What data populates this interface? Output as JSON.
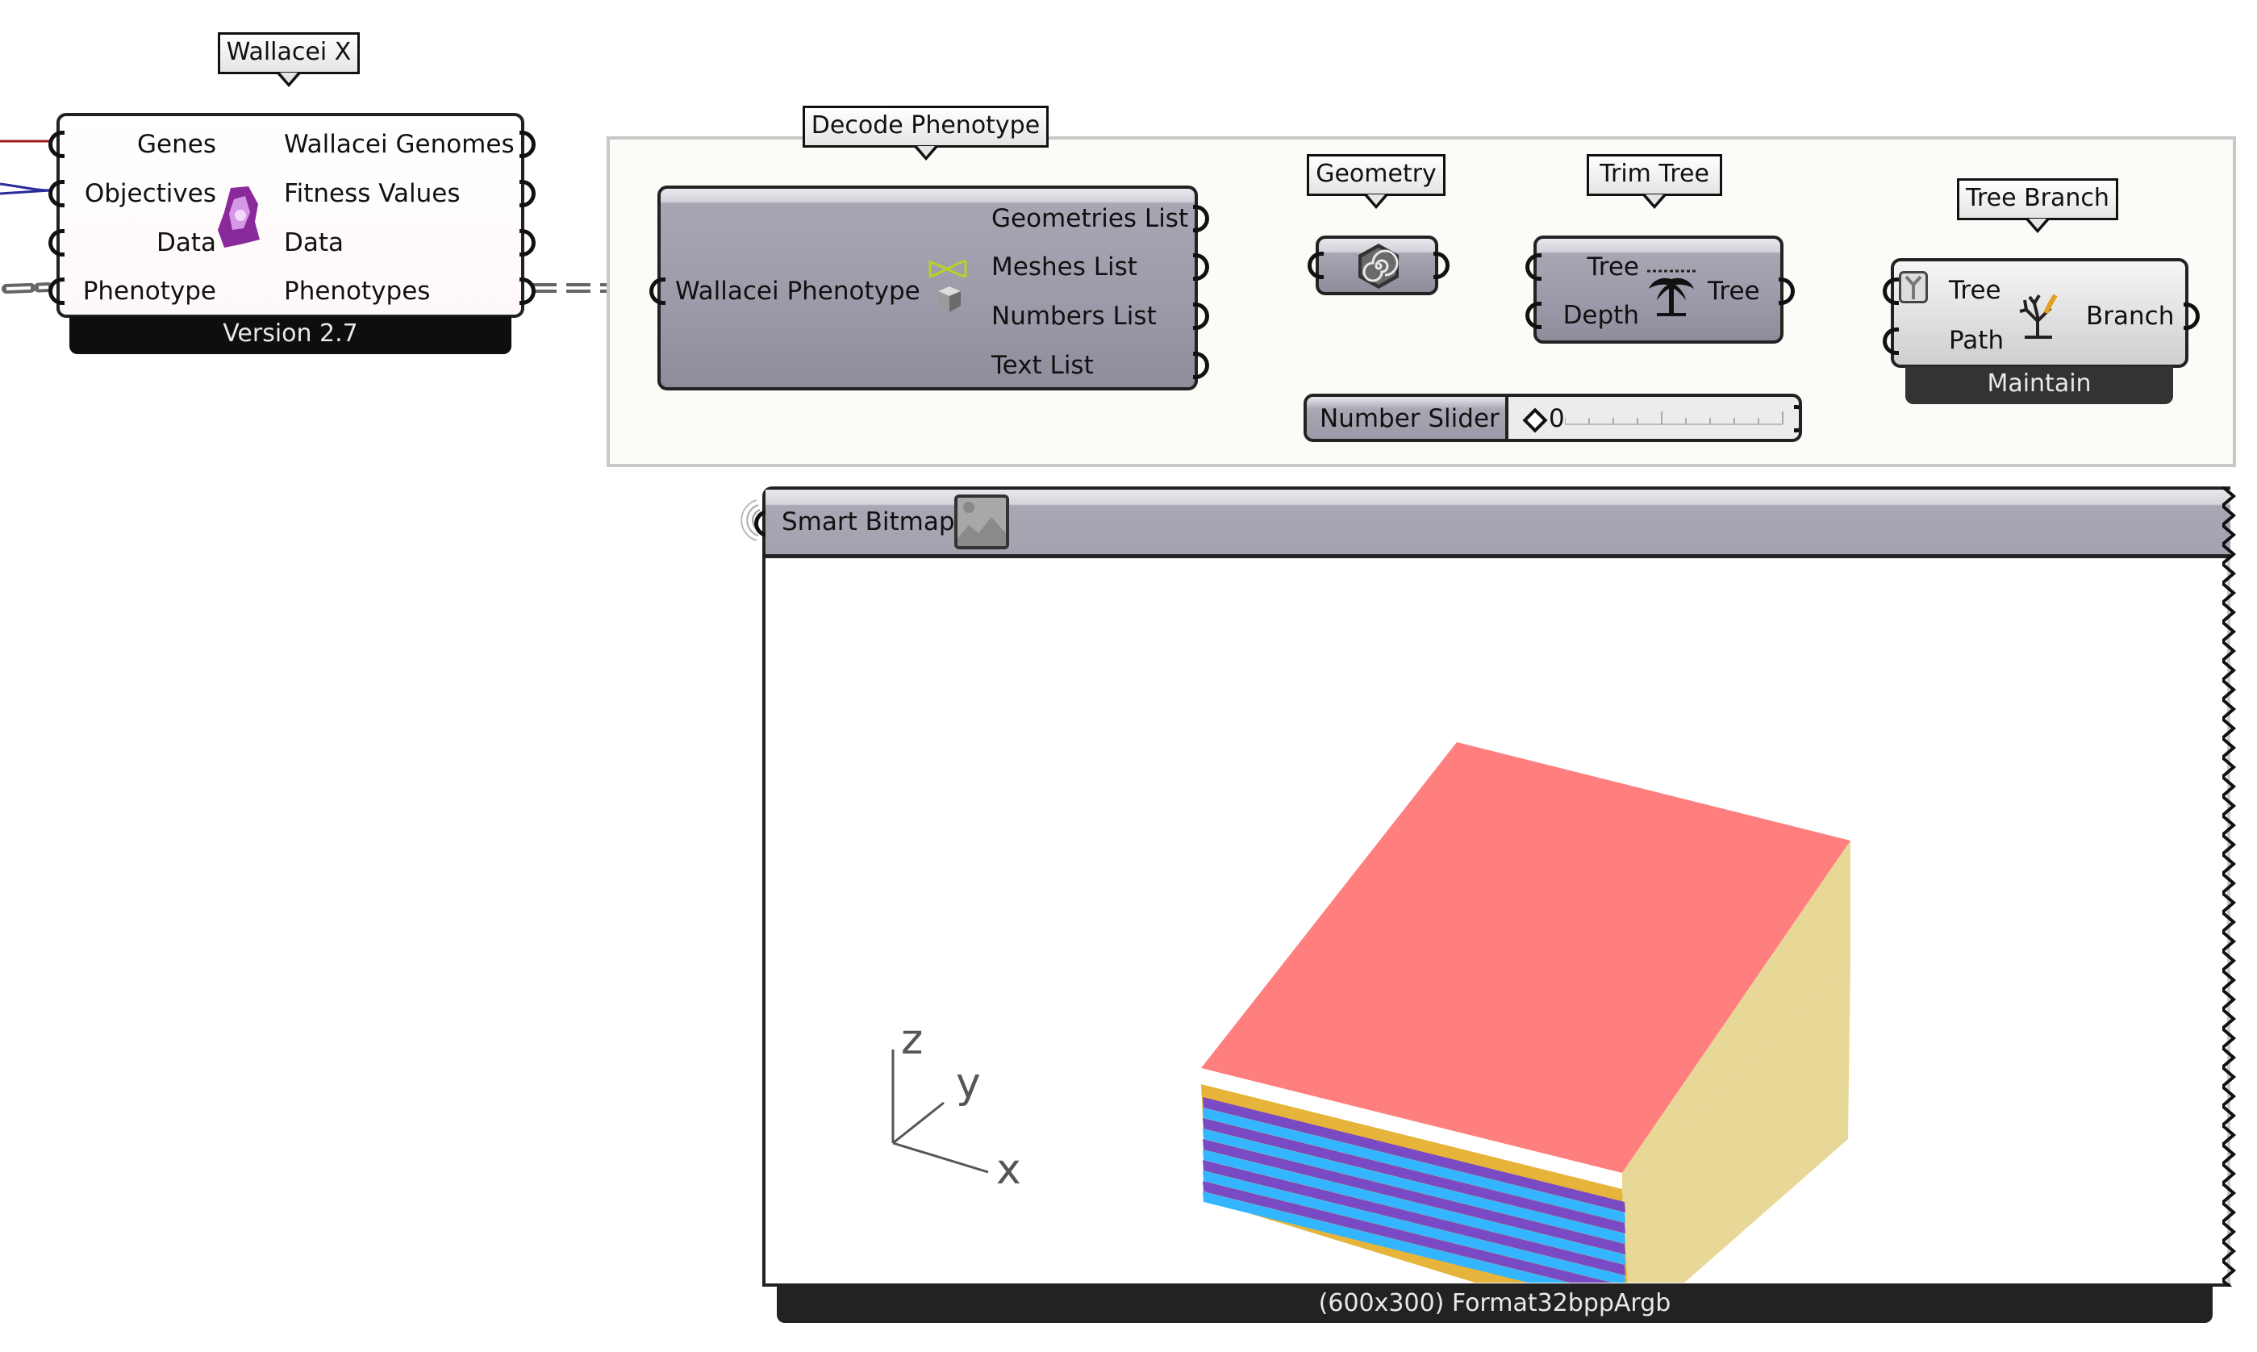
{
  "canvas": {
    "background": "#ffffff"
  },
  "wallacei": {
    "tag": "Wallacei X",
    "inputs": [
      "Genes",
      "Objectives",
      "Data",
      "Phenotype"
    ],
    "outputs": [
      "Wallacei Genomes",
      "Fitness Values",
      "Data",
      "Phenotypes"
    ],
    "footer": "Version 2.7",
    "icon": "wallacei-icon"
  },
  "decode": {
    "tag": "Decode Phenotype",
    "input": "Wallacei Phenotype",
    "outputs": [
      "Geometries List",
      "Meshes List",
      "Numbers List",
      "Text List"
    ],
    "icon": "dna-cube-icon"
  },
  "geometry": {
    "tag": "Geometry",
    "icon": "geometry-spiral-icon"
  },
  "trim_tree": {
    "tag": "Trim Tree",
    "inputs": [
      "Tree",
      "Depth"
    ],
    "output": "Tree",
    "icon": "palm-tree-icon"
  },
  "tree_branch": {
    "tag": "Tree Branch",
    "inputs": [
      "Tree",
      "Path"
    ],
    "output": "Branch",
    "footer": "Maintain",
    "icon": "tree-branch-icon"
  },
  "slider": {
    "label": "Number Slider",
    "value": "0",
    "value_fraction": 0
  },
  "smart_bitmap": {
    "title": "Smart Bitmap",
    "footer": "(600x300) Format32bppArgb",
    "axes": {
      "z": "z",
      "y": "y",
      "x": "x"
    },
    "colors": {
      "top": "#ff7f7f",
      "side": "#e8d898",
      "frame": "#e6b43a",
      "stripe_a": "#7a4ac4",
      "stripe_b": "#33b6ff"
    }
  }
}
